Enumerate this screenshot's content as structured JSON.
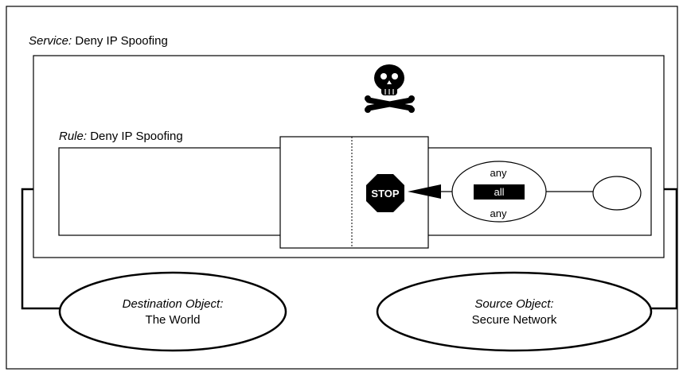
{
  "service": {
    "prefix": "Service:",
    "name": "Deny IP Spoofing"
  },
  "rule": {
    "prefix": "Rule:",
    "name": "Deny IP Spoofing"
  },
  "action": {
    "label": "STOP"
  },
  "filter": {
    "top": "any",
    "middle": "all",
    "bottom": "any"
  },
  "destination": {
    "title": "Destination Object:",
    "name": "The World"
  },
  "source": {
    "title": "Source Object:",
    "name": "Secure Network"
  },
  "icons": {
    "service": "skull-crossbones-icon",
    "action": "stop-sign-icon"
  },
  "colors": {
    "line": "#000000",
    "background": "#ffffff",
    "stop_fill": "#000000",
    "stop_text": "#ffffff"
  }
}
